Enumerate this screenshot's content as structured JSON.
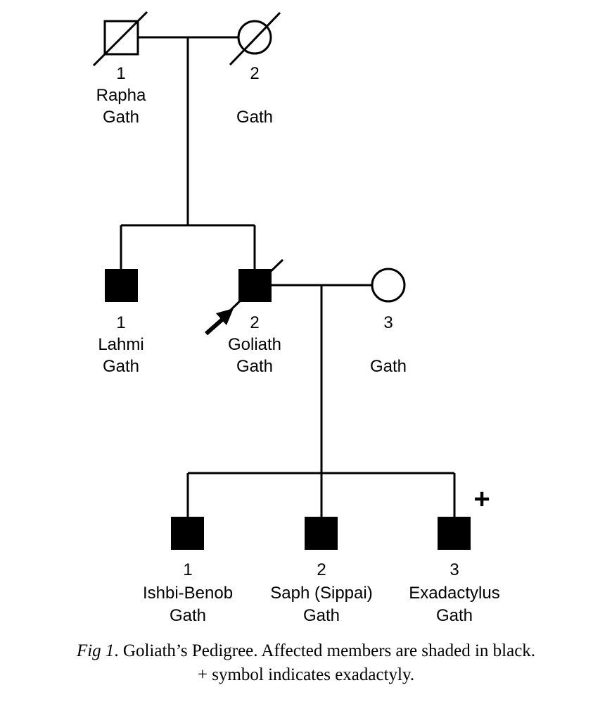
{
  "pedigree": {
    "gen1": {
      "male": {
        "number": "1",
        "name": "Rapha",
        "place": "Gath",
        "deceased": true,
        "affected": false
      },
      "female": {
        "number": "2",
        "name": "",
        "place": "Gath",
        "deceased": true,
        "affected": false
      }
    },
    "gen2": {
      "lahmi": {
        "number": "1",
        "name": "Lahmi",
        "place": "Gath",
        "affected": true
      },
      "goliath": {
        "number": "2",
        "name": "Goliath",
        "place": "Gath",
        "affected": true,
        "deceased": true,
        "proband": true
      },
      "spouse": {
        "number": "3",
        "name": "",
        "place": "Gath",
        "affected": false
      }
    },
    "gen3": {
      "ishbi": {
        "number": "1",
        "name": "Ishbi-Benob",
        "place": "Gath",
        "affected": true
      },
      "saph": {
        "number": "2",
        "name": "Saph (Sippai)",
        "place": "Gath",
        "affected": true
      },
      "exadactylus": {
        "number": "3",
        "name": "Exadactylus",
        "place": "Gath",
        "affected": true,
        "marker": "+"
      }
    }
  },
  "caption": {
    "label": "Fig 1",
    "text": ". Goliath’s Pedigree. Affected members are shaded in black.",
    "line2": "+ symbol indicates exadactyly."
  },
  "colors": {
    "affected": "#000000",
    "line": "#000000",
    "background": "#ffffff"
  }
}
